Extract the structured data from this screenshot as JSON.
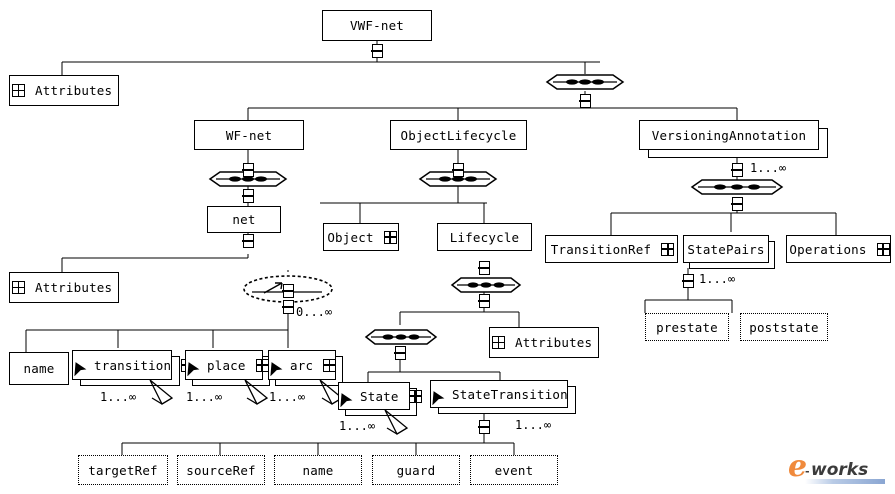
{
  "diagram": {
    "title": "VWF-net XML schema tree",
    "colors": {
      "line": "#000000",
      "box_fill": "#ffffff",
      "logo_orange": "#f08a3c",
      "logo_dark": "#3b3b3b",
      "logo_bar": "#9fb6dd"
    }
  },
  "nodes": {
    "root": {
      "label": "VWF-net"
    },
    "attributes_root": {
      "label": "Attributes",
      "icon": "grid-icon"
    },
    "wfnet": {
      "label": "WF-net"
    },
    "objectlifecycle": {
      "label": "ObjectLifecycle"
    },
    "versioningannotation": {
      "label": "VersioningAnnotation"
    },
    "net": {
      "label": "net"
    },
    "object": {
      "label": "Object",
      "icon": "grid-icon"
    },
    "lifecycle": {
      "label": "Lifecycle"
    },
    "transitionref": {
      "label": "TransitionRef",
      "icon": "grid-icon"
    },
    "statepairs": {
      "label": "StatePairs"
    },
    "operations": {
      "label": "Operations",
      "icon": "grid-icon"
    },
    "prestate": {
      "label": "prestate"
    },
    "poststate": {
      "label": "poststate"
    },
    "attributes_net": {
      "label": "Attributes",
      "icon": "grid-icon"
    },
    "name_net": {
      "label": "name"
    },
    "transition": {
      "label": "transition",
      "icon": "grid-icon",
      "pointer": "cursor-icon"
    },
    "place": {
      "label": "place",
      "icon": "grid-icon",
      "pointer": "cursor-icon"
    },
    "arc": {
      "label": "arc",
      "icon": "grid-icon",
      "pointer": "cursor-icon"
    },
    "attributes_lifecycle": {
      "label": "Attributes",
      "icon": "grid-icon"
    },
    "state": {
      "label": "State",
      "icon": "grid-icon",
      "pointer": "cursor-icon"
    },
    "statetransition": {
      "label": "StateTransition",
      "pointer": "cursor-icon"
    },
    "targetref": {
      "label": "targetRef"
    },
    "sourceref": {
      "label": "sourceRef"
    },
    "name_bottom": {
      "label": "name"
    },
    "guard": {
      "label": "guard"
    },
    "event": {
      "label": "event"
    }
  },
  "cardinality": {
    "versioningannotation": "1...∞",
    "statepairs": "1...∞",
    "net_choice": "0...∞",
    "transition": "1...∞",
    "place": "1...∞",
    "arc": "1...∞",
    "state": "1...∞",
    "statetransition": "1...∞"
  },
  "logo": {
    "mark": "e",
    "word": "works",
    "hyphen": "-"
  }
}
